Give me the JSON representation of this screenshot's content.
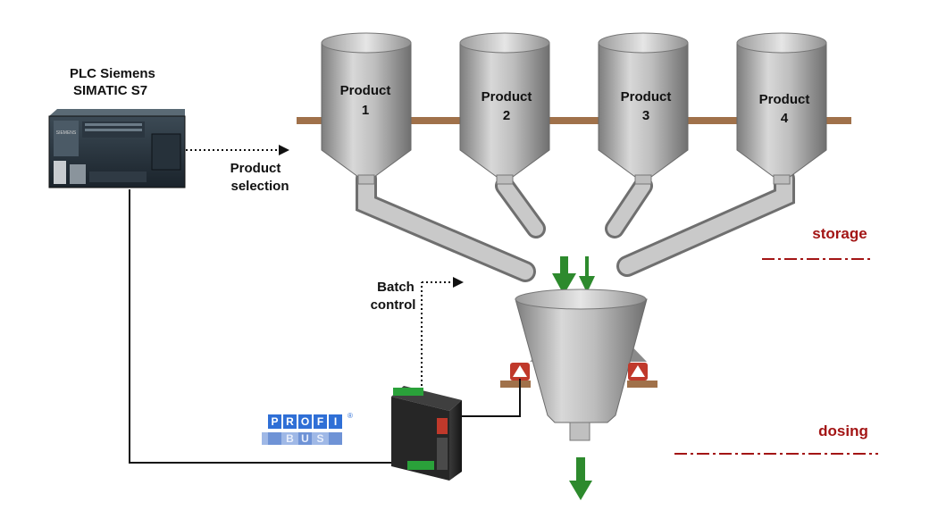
{
  "plc": {
    "label_line1": "PLC Siemens",
    "label_line2": "SIMATIC S7",
    "front_text": "SIEMENS"
  },
  "product_selection": {
    "line1": "Product",
    "line2": "selection"
  },
  "batch_control": {
    "line1": "Batch",
    "line2": "control"
  },
  "silos": [
    {
      "line1": "Product",
      "line2": "1"
    },
    {
      "line1": "Product",
      "line2": "2"
    },
    {
      "line1": "Product",
      "line2": "3"
    },
    {
      "line1": "Product",
      "line2": "4"
    }
  ],
  "zones": {
    "storage": "storage",
    "dosing": "dosing"
  },
  "profibus": {
    "letters": [
      "P",
      "R",
      "O",
      "F",
      "I"
    ],
    "bus_letters": [
      "B",
      "U",
      "S"
    ],
    "registered": "®"
  },
  "colors": {
    "zone_text": "#a31515",
    "arrow_green": "#2d8a2d",
    "bracket_brown": "#a0714a",
    "profibus_blue": "#2f6fd6"
  }
}
